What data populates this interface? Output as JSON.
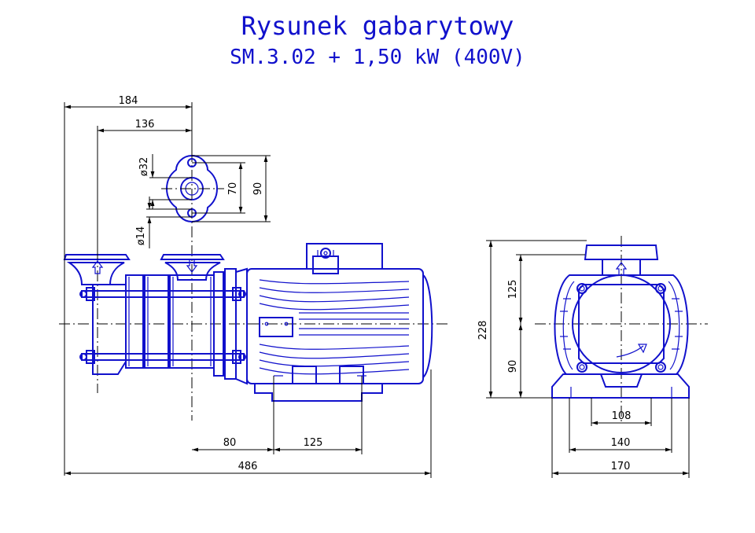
{
  "title": "Rysunek gabarytowy",
  "subtitle": "SM.3.02 + 1,50 kW (400V)",
  "colors": {
    "outline": "#1111cc",
    "dimension": "#000000"
  },
  "dimensions": {
    "d184": "184",
    "d136": "136",
    "d32": "ø32",
    "d14": "ø14",
    "d70": "70",
    "d90_flange": "90",
    "d80": "80",
    "d125_base": "125",
    "d486": "486",
    "d228": "228",
    "d125_side": "125",
    "d90_side": "90",
    "d108": "108",
    "d140": "140",
    "d170": "170"
  }
}
